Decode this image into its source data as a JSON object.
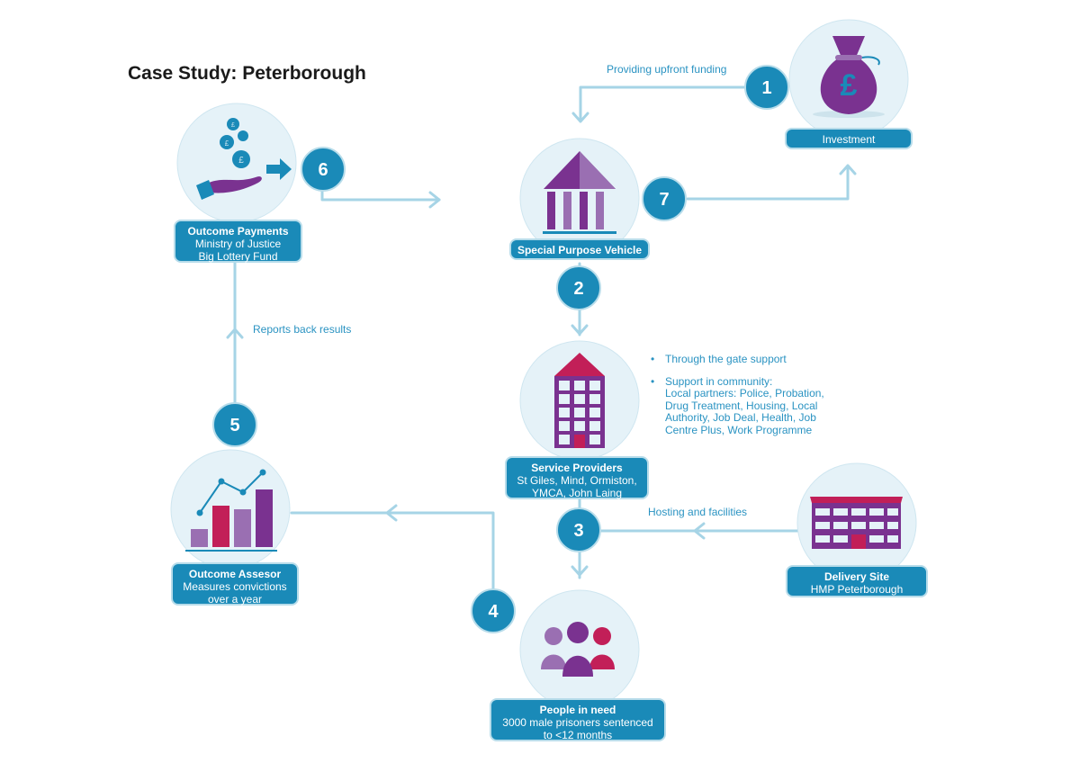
{
  "title": "Case Study: Peterborough",
  "nodes": {
    "investment": {
      "title": "Investment"
    },
    "spv": {
      "title": "Special Purpose Vehicle"
    },
    "outcome_payments": {
      "title": "Outcome Payments",
      "line1": "Ministry of Justice",
      "line2": "Big Lottery Fund"
    },
    "service_providers": {
      "title": "Service Providers",
      "line1": "St Giles, Mind, Ormiston,",
      "line2": "YMCA, John Laing"
    },
    "outcome_assessor": {
      "title": "Outcome Assesor",
      "line1": "Measures convictions",
      "line2": "over a year"
    },
    "delivery_site": {
      "title": "Delivery Site",
      "line1": "HMP Peterborough"
    },
    "people": {
      "title": "People in need",
      "line1": "3000 male prisoners sentenced",
      "line2": "to <12 months"
    }
  },
  "steps": [
    "1",
    "2",
    "3",
    "4",
    "5",
    "6",
    "7"
  ],
  "annotations": {
    "funding": "Providing upfront funding",
    "reports": "Reports back results",
    "hosting": "Hosting and facilities"
  },
  "support_bullets": {
    "b1": "Through the gate support",
    "b2_l1": "Support in community:",
    "b2_l2": "Local partners: Police, Probation,",
    "b2_l3": "Drug Treatment, Housing, Local",
    "b2_l4": "Authority, Job Deal, Health, Job",
    "b2_l5": "Centre Plus, Work Programme"
  },
  "icons": {
    "investment": "money-bag-icon",
    "spv": "bank-building-icon",
    "outcome_payments": "hand-coins-icon",
    "service_providers": "office-building-icon",
    "outcome_assessor": "bar-chart-icon",
    "delivery_site": "prison-building-icon",
    "people": "people-group-icon"
  },
  "colors": {
    "badge": "#1a8ab8",
    "connector": "#a6d4e6",
    "circle_bg": "#e5f2f8",
    "purple": "#7a3290",
    "light_purple": "#9a6fb2",
    "magenta": "#c21f58",
    "text_blue": "#2a93c2"
  }
}
